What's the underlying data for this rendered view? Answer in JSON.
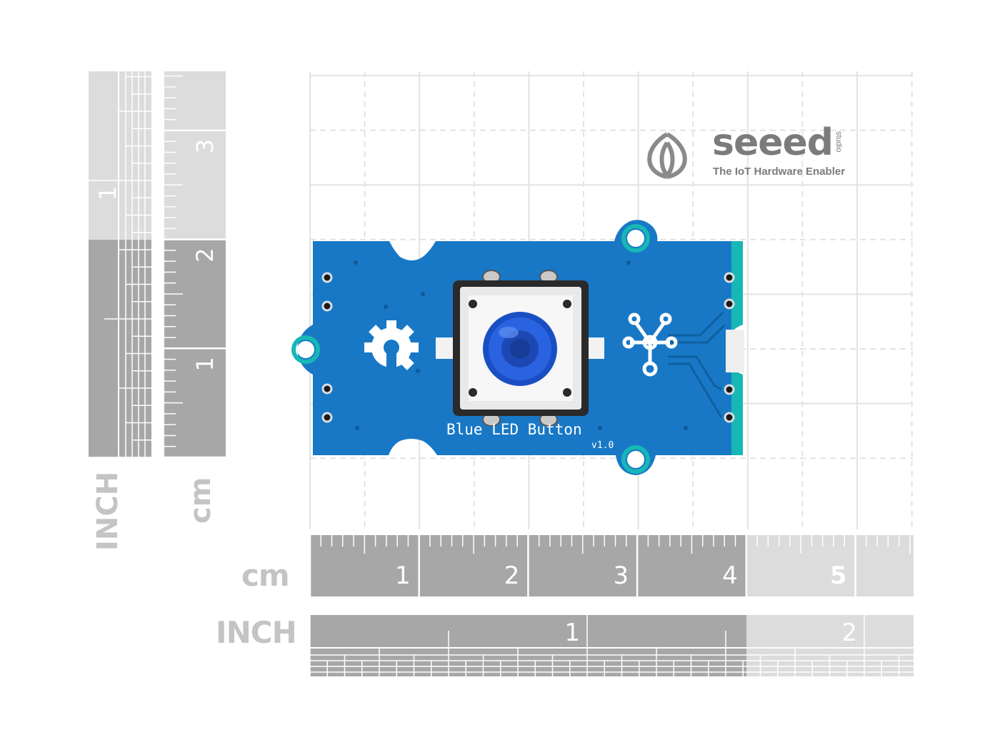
{
  "logo": {
    "name": "seeed",
    "tagline": "The IoT Hardware Enabler",
    "studio": "studio"
  },
  "board": {
    "title": "Blue LED Button",
    "version": "v1.0",
    "pcb_color": "#1878c6",
    "led_color": "#1b5fd8"
  },
  "rulers": {
    "cm_label": "cm",
    "inch_label": "INCH",
    "horizontal_cm_numbers": [
      "1",
      "2",
      "3",
      "4",
      "5"
    ],
    "horizontal_inch_numbers": [
      "1",
      "2"
    ],
    "vertical_cm_numbers": [
      "1",
      "2",
      "3"
    ],
    "vertical_inch_numbers": [
      "1"
    ]
  },
  "colors": {
    "ruler_dark": "#a7a7a7",
    "ruler_light": "#dcdcdc",
    "grid": "#e3e3e3",
    "label": "#c4c4c4"
  }
}
